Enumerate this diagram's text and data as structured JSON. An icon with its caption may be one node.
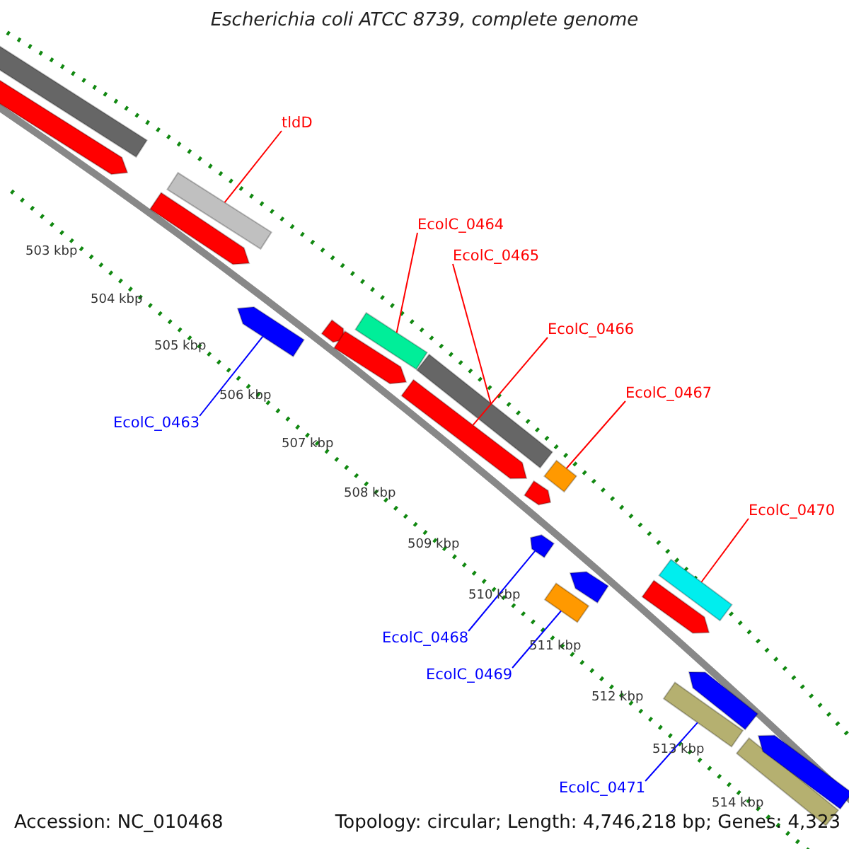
{
  "diagram": {
    "title": "Escherichia coli ATCC 8739, complete genome",
    "nodes": [
      {
        "text": [
          "tldD"
        ]
      },
      {
        "text": [],
        "shape": "bar"
      },
      {
        "text": [
          "EcolC_0464"
        ]
      },
      {
        "text": [],
        "shape": "bar"
      },
      {
        "text": [
          "EcolC_0465"
        ]
      },
      {
        "text": [],
        "shape": "bar"
      },
      {
        "text": [
          "EcolC_0466"
        ]
      },
      {
        "text": [],
        "shape": "bar"
      },
      {
        "text": [
          "EcolC_0467"
        ]
      },
      {
        "text": [],
        "shape": "bar"
      },
      {
        "text": [
          "EcolC_0470"
        ]
      },
      {
        "text": [],
        "shape": "bar"
      },
      {
        "text": [
          "EcolC_0463"
        ]
      },
      {
        "text": [],
        "shape": "bar"
      },
      {
        "text": [
          "EcolC_0468"
        ]
      },
      {
        "text": [],
        "shape": "bar"
      },
      {
        "text": [
          "EcolC_0469"
        ]
      },
      {
        "text": [],
        "shape": "bar"
      },
      {
        "text": [
          "EcolC_0471"
        ]
      },
      {
        "text": [],
        "shape": "bar"
      },
      {
        "text": [],
        "shape": "bar"
      },
      {
        "text": [],
        "shape": "bar"
      },
      {
        "text": [],
        "shape": "bar"
      },
      {
        "text": [],
        "shape": "bar"
      },
      {
        "text": [],
        "shape": "bar"
      },
      {
        "text": [],
        "shape": "bar"
      },
      {
        "text": [],
        "shape": "bar"
      },
      {
        "text": [],
        "shape": "bar"
      },
      {
        "text": [],
        "shape": "bar"
      },
      {
        "text": [],
        "shape": "bar"
      },
      {
        "text": [],
        "shape": "bar"
      }
    ],
    "edges": [
      {
        "from": 0,
        "to": 1,
        "arrow": "none"
      },
      {
        "from": 2,
        "to": 3,
        "arrow": "none"
      },
      {
        "from": 4,
        "to": 5,
        "arrow": "none"
      },
      {
        "from": 6,
        "to": 7,
        "arrow": "none"
      },
      {
        "from": 8,
        "to": 9,
        "arrow": "none"
      },
      {
        "from": 10,
        "to": 11,
        "arrow": "none"
      },
      {
        "from": 12,
        "to": 13,
        "arrow": "none",
        "color": "#0000ff"
      },
      {
        "from": 14,
        "to": 15,
        "arrow": "none",
        "color": "#0000ff"
      },
      {
        "from": 16,
        "to": 17,
        "arrow": "none",
        "color": "#0000ff"
      },
      {
        "from": 18,
        "to": 19,
        "arrow": "none",
        "color": "#0000ff"
      }
    ],
    "labels": [
      "503 kbp",
      "504 kbp",
      "505 kbp",
      "506 kbp",
      "507 kbp",
      "508 kbp",
      "509 kbp",
      "510 kbp",
      "511 kbp",
      "512 kbp",
      "513 kbp",
      "514 kbp",
      "Accession: NC_010468",
      "Topology: circular; Length: 4,746,218 bp; Genes: 4,323"
    ]
  }
}
